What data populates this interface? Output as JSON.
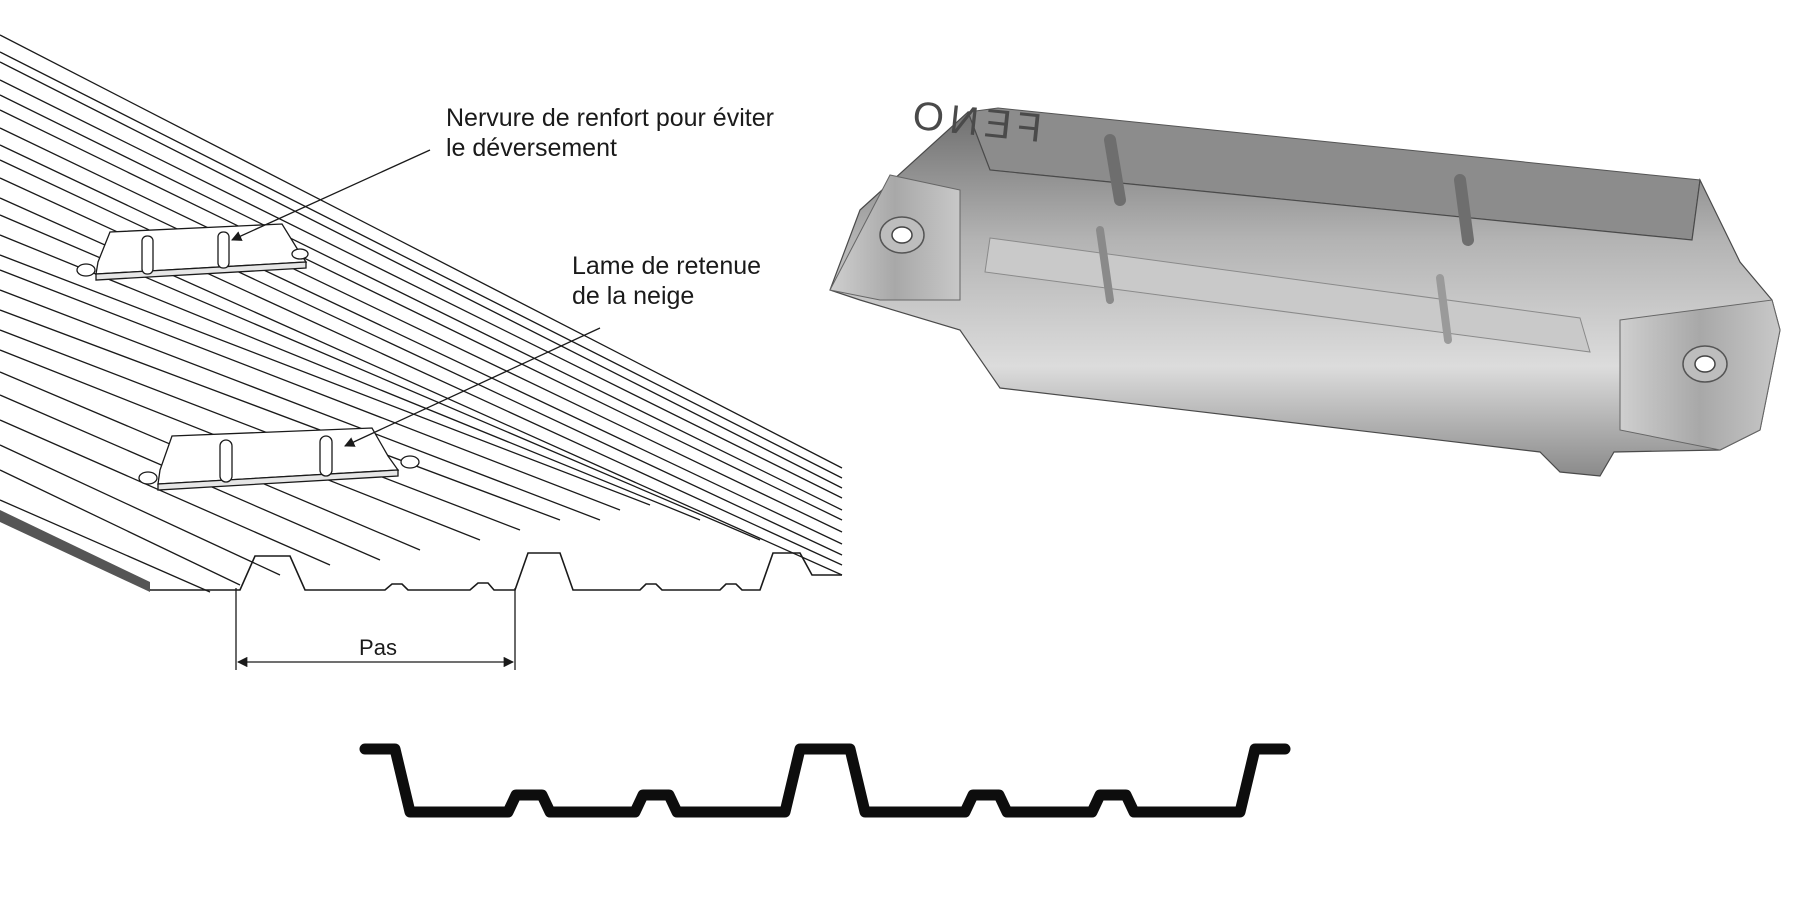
{
  "figure": {
    "roof_illustration": {
      "callout_rib": {
        "line1": "Nervure de renfort pour éviter",
        "line2": "le déversement"
      },
      "callout_blade": {
        "line1": "Lame de retenue",
        "line2": "de la neige"
      },
      "dimension_label": "Pas"
    },
    "bracket_photo": {
      "stamped_mark": "FENO"
    },
    "profile_section": {
      "description": ""
    }
  },
  "colors": {
    "line": "#1a1a1a",
    "metal_light": "#d9d9d9",
    "metal_mid": "#9a9a9a",
    "metal_dark": "#5e5e5e"
  }
}
